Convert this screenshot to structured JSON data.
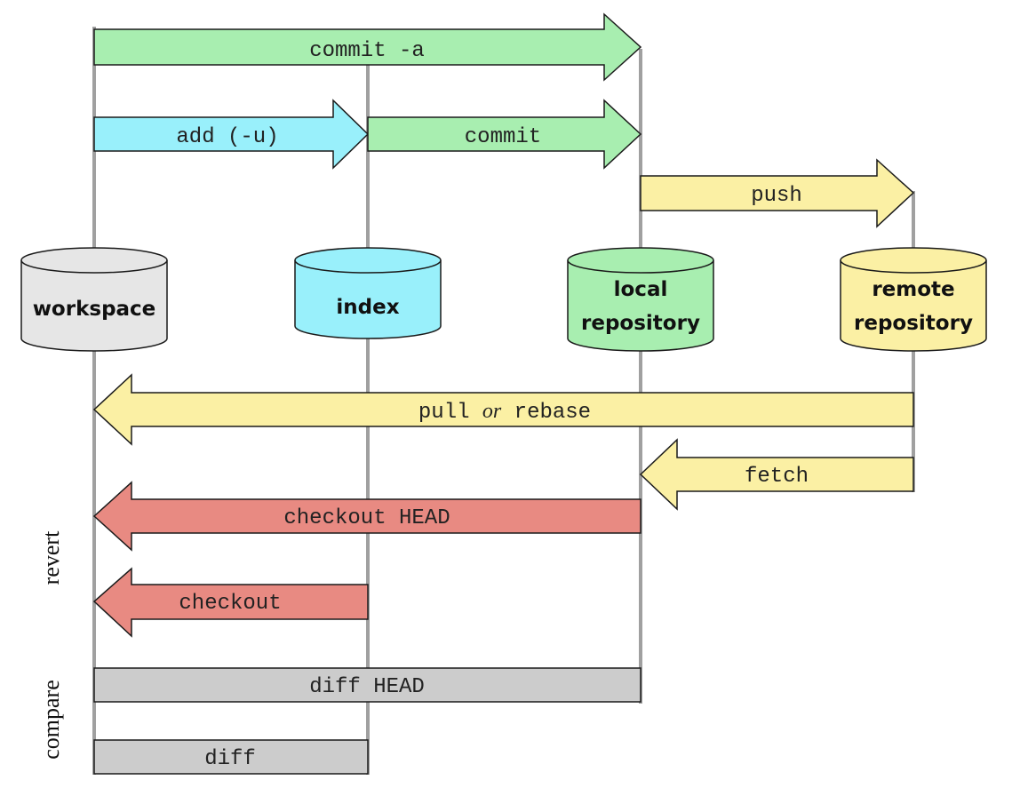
{
  "stores": [
    {
      "id": "workspace",
      "label_lines": [
        "workspace"
      ],
      "color": "#e6e6e6"
    },
    {
      "id": "index",
      "label_lines": [
        "index"
      ],
      "color": "#99f0fb"
    },
    {
      "id": "local",
      "label_lines": [
        "local",
        "repository"
      ],
      "color": "#a8eeb0"
    },
    {
      "id": "remote",
      "label_lines": [
        "remote",
        "repository"
      ],
      "color": "#fbf0a4"
    }
  ],
  "operations": {
    "commit_a": {
      "label": "commit -a",
      "color": "#a8eeb0"
    },
    "add": {
      "label": "add (-u)",
      "color": "#99f0fb"
    },
    "commit": {
      "label": "commit",
      "color": "#a8eeb0"
    },
    "push": {
      "label": "push",
      "color": "#fbf0a4"
    },
    "pull_rebase": {
      "label_pre": "pull ",
      "label_or": "or",
      "label_post": " rebase",
      "color": "#fbf0a4"
    },
    "fetch": {
      "label": "fetch",
      "color": "#fbf0a4"
    },
    "checkout_head": {
      "label": "checkout HEAD",
      "color": "#e88a82"
    },
    "checkout": {
      "label": "checkout",
      "color": "#e88a82"
    },
    "diff_head": {
      "label": "diff HEAD",
      "color": "#cccccc"
    },
    "diff": {
      "label": "diff",
      "color": "#cccccc"
    }
  },
  "side_labels": {
    "revert": "revert",
    "compare": "compare"
  },
  "colors": {
    "line": "#a0a0a0",
    "stroke": "#1a1a1a"
  }
}
